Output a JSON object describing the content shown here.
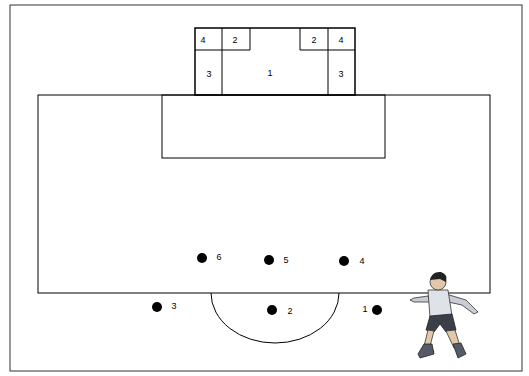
{
  "diagram": {
    "labels": [
      "4",
      "2",
      "2",
      "4",
      "3",
      "1",
      "3",
      "6",
      "5",
      "4",
      "3",
      "2",
      "1"
    ]
  }
}
